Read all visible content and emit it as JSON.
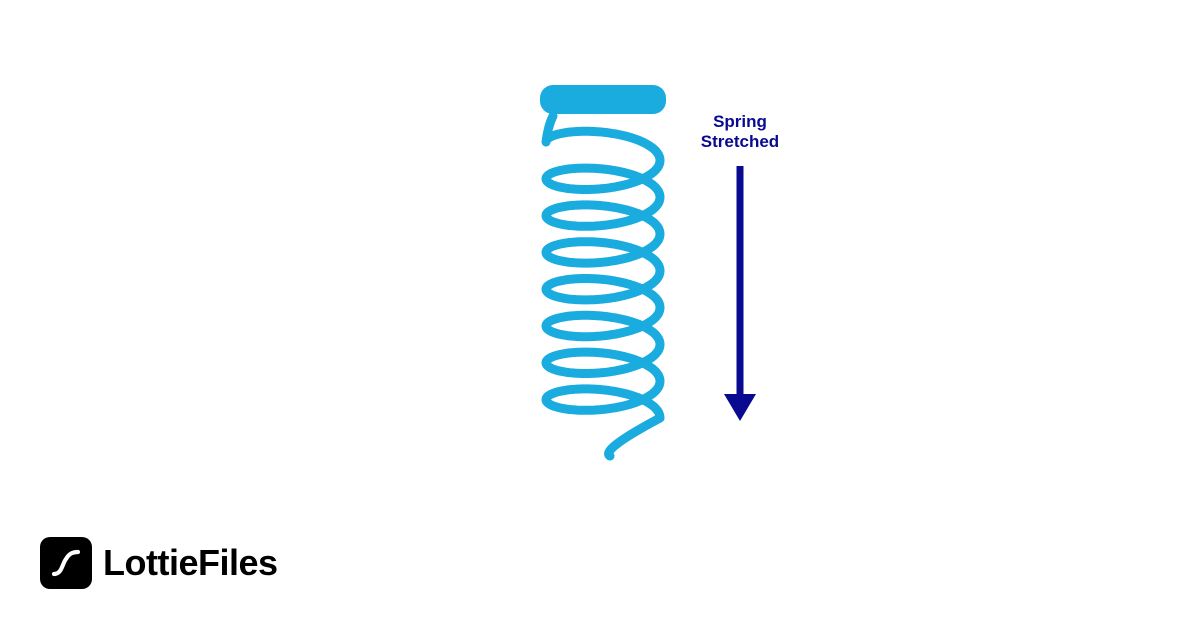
{
  "illustration": {
    "label_lines": [
      "Spring",
      "Stretched"
    ],
    "spring_color": "#1aabdf",
    "arrow_color": "#0a0a91",
    "arrow_direction": "down"
  },
  "brand": {
    "name": "LottieFiles",
    "mark_color": "#000000"
  }
}
